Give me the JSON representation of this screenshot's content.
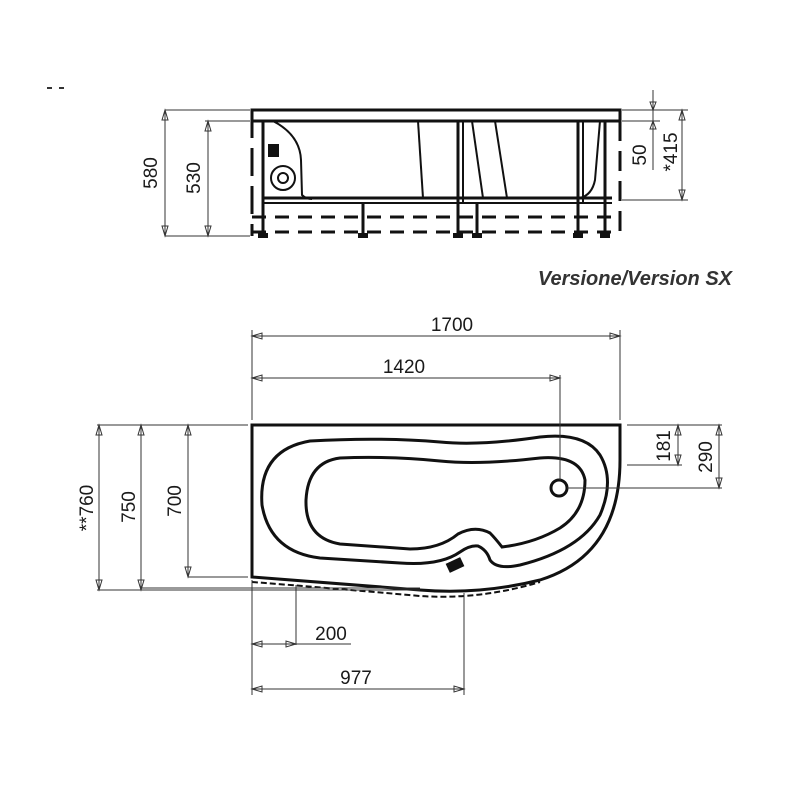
{
  "title": "Versione/Version SX",
  "side_view": {
    "dimensions": {
      "total_height": "580",
      "inner_height": "530",
      "rim": "50",
      "depth": "*415"
    }
  },
  "top_view": {
    "dimensions": {
      "length": "1700",
      "drain_distance": "1420",
      "drain_offset_top": "181",
      "drain_center": "290",
      "width_max": "**760",
      "width_750": "750",
      "width_700": "700",
      "curve_start": "200",
      "curve_apex": "977"
    }
  },
  "colors": {
    "line": "#111111",
    "text": "#1a1a1a",
    "title": "#333333"
  }
}
